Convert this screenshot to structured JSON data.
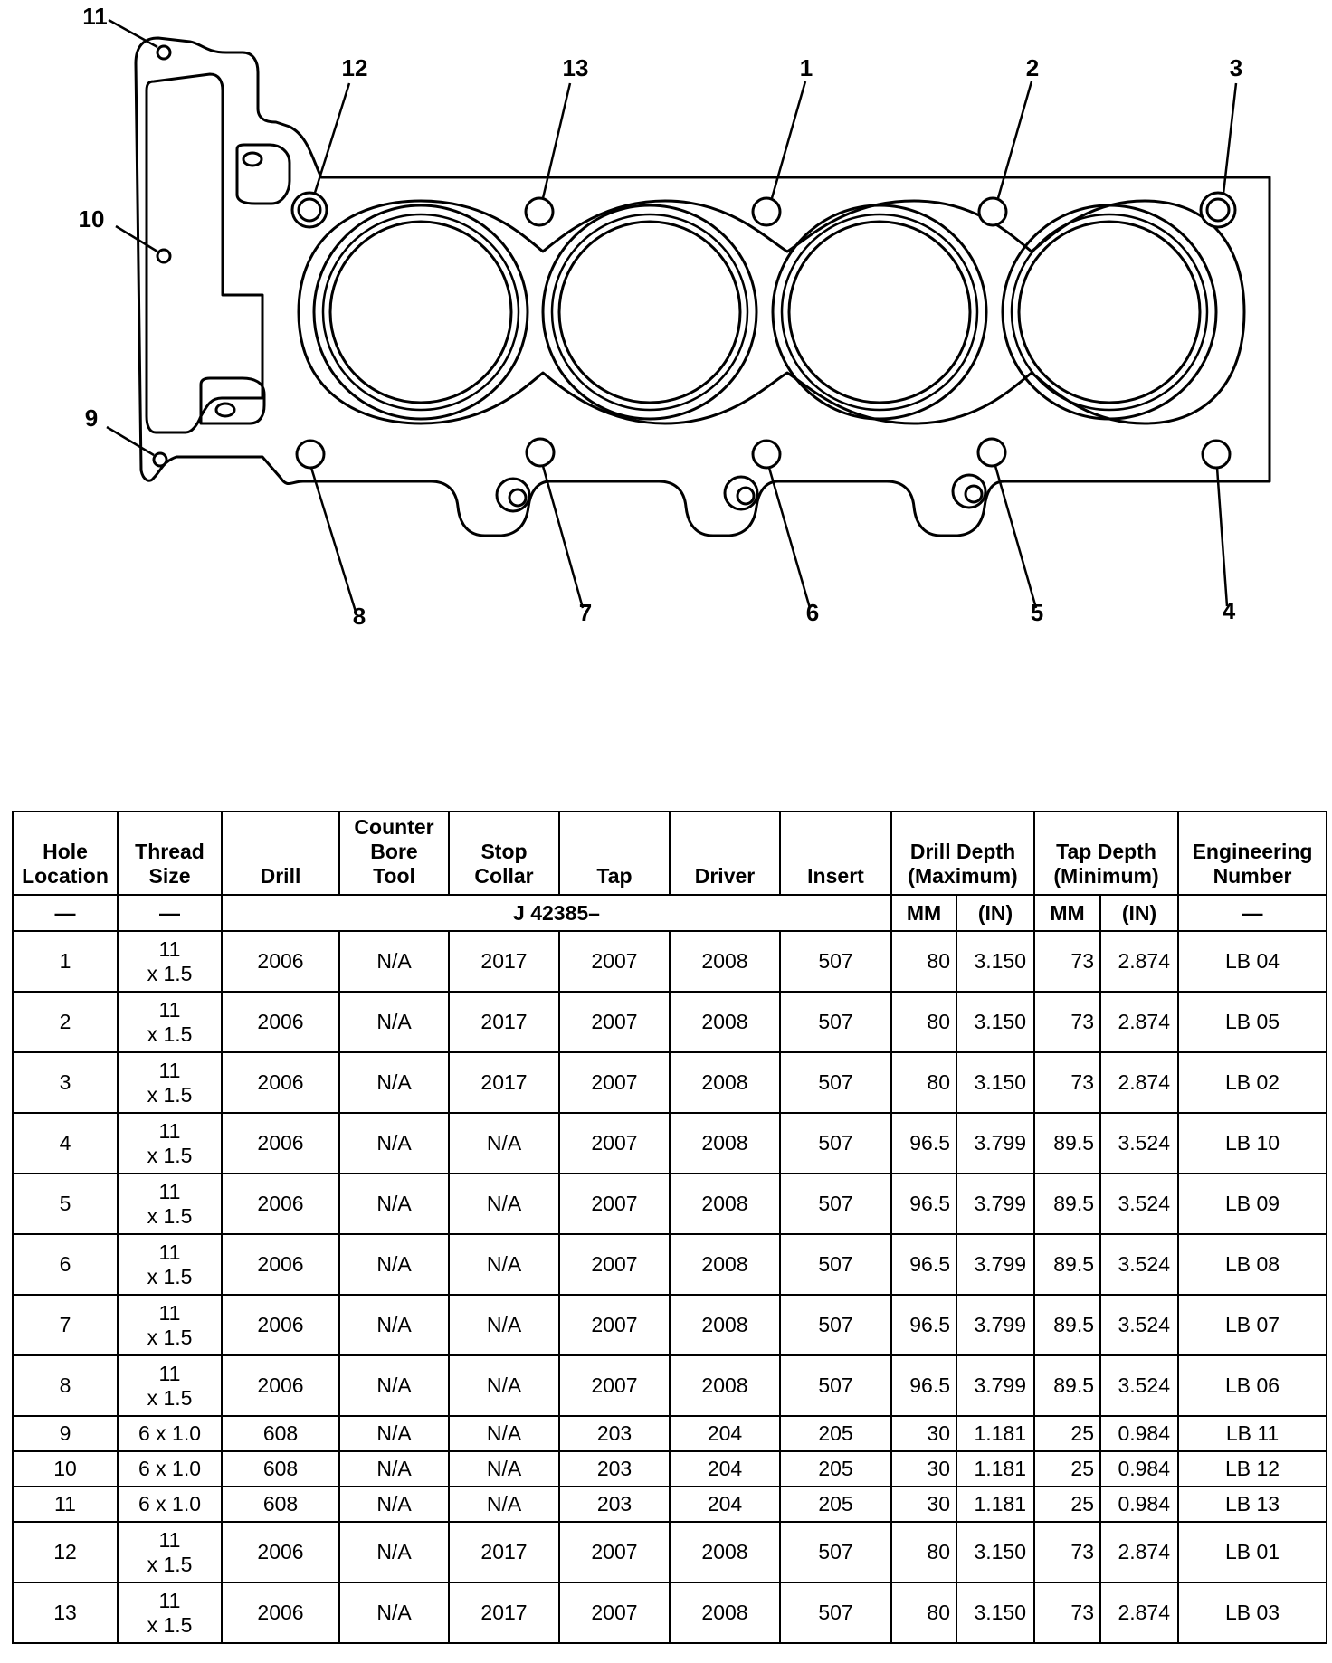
{
  "diagram": {
    "hole_labels": [
      "1",
      "2",
      "3",
      "4",
      "5",
      "6",
      "7",
      "8",
      "9",
      "10",
      "11",
      "12",
      "13"
    ]
  },
  "table": {
    "headers": {
      "hole_location": [
        "Hole",
        "Location"
      ],
      "thread_size": [
        "Thread",
        "Size"
      ],
      "drill": [
        "Drill"
      ],
      "counter_bore_tool": [
        "Counter",
        "Bore",
        "Tool"
      ],
      "stop_collar": [
        "Stop",
        "Collar"
      ],
      "tap": [
        "Tap"
      ],
      "driver": [
        "Driver"
      ],
      "insert": [
        "Insert"
      ],
      "drill_depth": [
        "Drill Depth",
        "(Maximum)"
      ],
      "tap_depth": [
        "Tap Depth",
        "(Minimum)"
      ],
      "engineering_number": [
        "Engineering",
        "Number"
      ]
    },
    "units_row": {
      "hole_location": "—",
      "thread_size": "—",
      "tool_kit": "J 42385–",
      "drill_depth_mm": "MM",
      "drill_depth_in": "(IN)",
      "tap_depth_mm": "MM",
      "tap_depth_in": "(IN)",
      "engineering_number": "—"
    },
    "rows": [
      {
        "hole": "1",
        "thread": [
          "11",
          "x 1.5"
        ],
        "drill": "2006",
        "bore": "N/A",
        "collar": "2017",
        "tap": "2007",
        "driver": "2008",
        "insert": "507",
        "dd_mm": "80",
        "dd_in": "3.150",
        "td_mm": "73",
        "td_in": "2.874",
        "eng": "LB 04"
      },
      {
        "hole": "2",
        "thread": [
          "11",
          "x 1.5"
        ],
        "drill": "2006",
        "bore": "N/A",
        "collar": "2017",
        "tap": "2007",
        "driver": "2008",
        "insert": "507",
        "dd_mm": "80",
        "dd_in": "3.150",
        "td_mm": "73",
        "td_in": "2.874",
        "eng": "LB 05"
      },
      {
        "hole": "3",
        "thread": [
          "11",
          "x 1.5"
        ],
        "drill": "2006",
        "bore": "N/A",
        "collar": "2017",
        "tap": "2007",
        "driver": "2008",
        "insert": "507",
        "dd_mm": "80",
        "dd_in": "3.150",
        "td_mm": "73",
        "td_in": "2.874",
        "eng": "LB 02"
      },
      {
        "hole": "4",
        "thread": [
          "11",
          "x 1.5"
        ],
        "drill": "2006",
        "bore": "N/A",
        "collar": "N/A",
        "tap": "2007",
        "driver": "2008",
        "insert": "507",
        "dd_mm": "96.5",
        "dd_in": "3.799",
        "td_mm": "89.5",
        "td_in": "3.524",
        "eng": "LB 10"
      },
      {
        "hole": "5",
        "thread": [
          "11",
          "x 1.5"
        ],
        "drill": "2006",
        "bore": "N/A",
        "collar": "N/A",
        "tap": "2007",
        "driver": "2008",
        "insert": "507",
        "dd_mm": "96.5",
        "dd_in": "3.799",
        "td_mm": "89.5",
        "td_in": "3.524",
        "eng": "LB 09"
      },
      {
        "hole": "6",
        "thread": [
          "11",
          "x 1.5"
        ],
        "drill": "2006",
        "bore": "N/A",
        "collar": "N/A",
        "tap": "2007",
        "driver": "2008",
        "insert": "507",
        "dd_mm": "96.5",
        "dd_in": "3.799",
        "td_mm": "89.5",
        "td_in": "3.524",
        "eng": "LB 08"
      },
      {
        "hole": "7",
        "thread": [
          "11",
          "x 1.5"
        ],
        "drill": "2006",
        "bore": "N/A",
        "collar": "N/A",
        "tap": "2007",
        "driver": "2008",
        "insert": "507",
        "dd_mm": "96.5",
        "dd_in": "3.799",
        "td_mm": "89.5",
        "td_in": "3.524",
        "eng": "LB 07"
      },
      {
        "hole": "8",
        "thread": [
          "11",
          "x 1.5"
        ],
        "drill": "2006",
        "bore": "N/A",
        "collar": "N/A",
        "tap": "2007",
        "driver": "2008",
        "insert": "507",
        "dd_mm": "96.5",
        "dd_in": "3.799",
        "td_mm": "89.5",
        "td_in": "3.524",
        "eng": "LB 06"
      },
      {
        "hole": "9",
        "thread": [
          "6 x 1.0"
        ],
        "drill": "608",
        "bore": "N/A",
        "collar": "N/A",
        "tap": "203",
        "driver": "204",
        "insert": "205",
        "dd_mm": "30",
        "dd_in": "1.181",
        "td_mm": "25",
        "td_in": "0.984",
        "eng": "LB 11"
      },
      {
        "hole": "10",
        "thread": [
          "6 x 1.0"
        ],
        "drill": "608",
        "bore": "N/A",
        "collar": "N/A",
        "tap": "203",
        "driver": "204",
        "insert": "205",
        "dd_mm": "30",
        "dd_in": "1.181",
        "td_mm": "25",
        "td_in": "0.984",
        "eng": "LB 12"
      },
      {
        "hole": "11",
        "thread": [
          "6 x 1.0"
        ],
        "drill": "608",
        "bore": "N/A",
        "collar": "N/A",
        "tap": "203",
        "driver": "204",
        "insert": "205",
        "dd_mm": "30",
        "dd_in": "1.181",
        "td_mm": "25",
        "td_in": "0.984",
        "eng": "LB 13"
      },
      {
        "hole": "12",
        "thread": [
          "11",
          "x 1.5"
        ],
        "drill": "2006",
        "bore": "N/A",
        "collar": "2017",
        "tap": "2007",
        "driver": "2008",
        "insert": "507",
        "dd_mm": "80",
        "dd_in": "3.150",
        "td_mm": "73",
        "td_in": "2.874",
        "eng": "LB 01"
      },
      {
        "hole": "13",
        "thread": [
          "11",
          "x 1.5"
        ],
        "drill": "2006",
        "bore": "N/A",
        "collar": "2017",
        "tap": "2007",
        "driver": "2008",
        "insert": "507",
        "dd_mm": "80",
        "dd_in": "3.150",
        "td_mm": "73",
        "td_in": "2.874",
        "eng": "LB 03"
      }
    ]
  }
}
